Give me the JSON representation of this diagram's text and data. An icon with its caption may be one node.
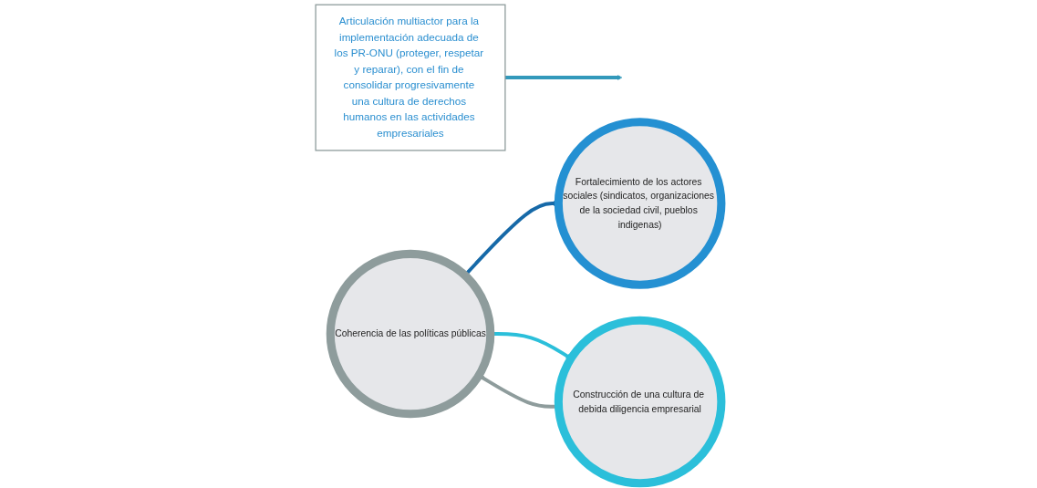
{
  "diagram": {
    "nodes": [
      {
        "text": [
          "Articulación multiactor para la implementación adecuada de los PR-ONU (proteger, respetar y reparar), con el fin de consolidar progresivamente una cultura de derechos humanos en las actividades empresariales"
        ]
      },
      {
        "text": [
          "Coherencia de las políticas públicas"
        ]
      },
      {
        "text": [
          "Fortalecimiento de los actores sociales (sindicatos, organizaciones de la sociedad civil, pueblos indigenas)"
        ]
      },
      {
        "text": [
          "Construcción de una cultura de debida diligencia empresarial"
        ]
      }
    ],
    "edges": [
      {
        "from": 0,
        "to": null,
        "arrow": "to",
        "color": "#3399bb"
      },
      {
        "from": 1,
        "to": 2,
        "arrow": "to",
        "color": "#1669a8"
      },
      {
        "from": 1,
        "to": 3,
        "arrow": "to",
        "color": "#2bbfda"
      },
      {
        "from": 3,
        "to": 1,
        "arrow": "to",
        "color": "#8e9c9c"
      }
    ]
  }
}
